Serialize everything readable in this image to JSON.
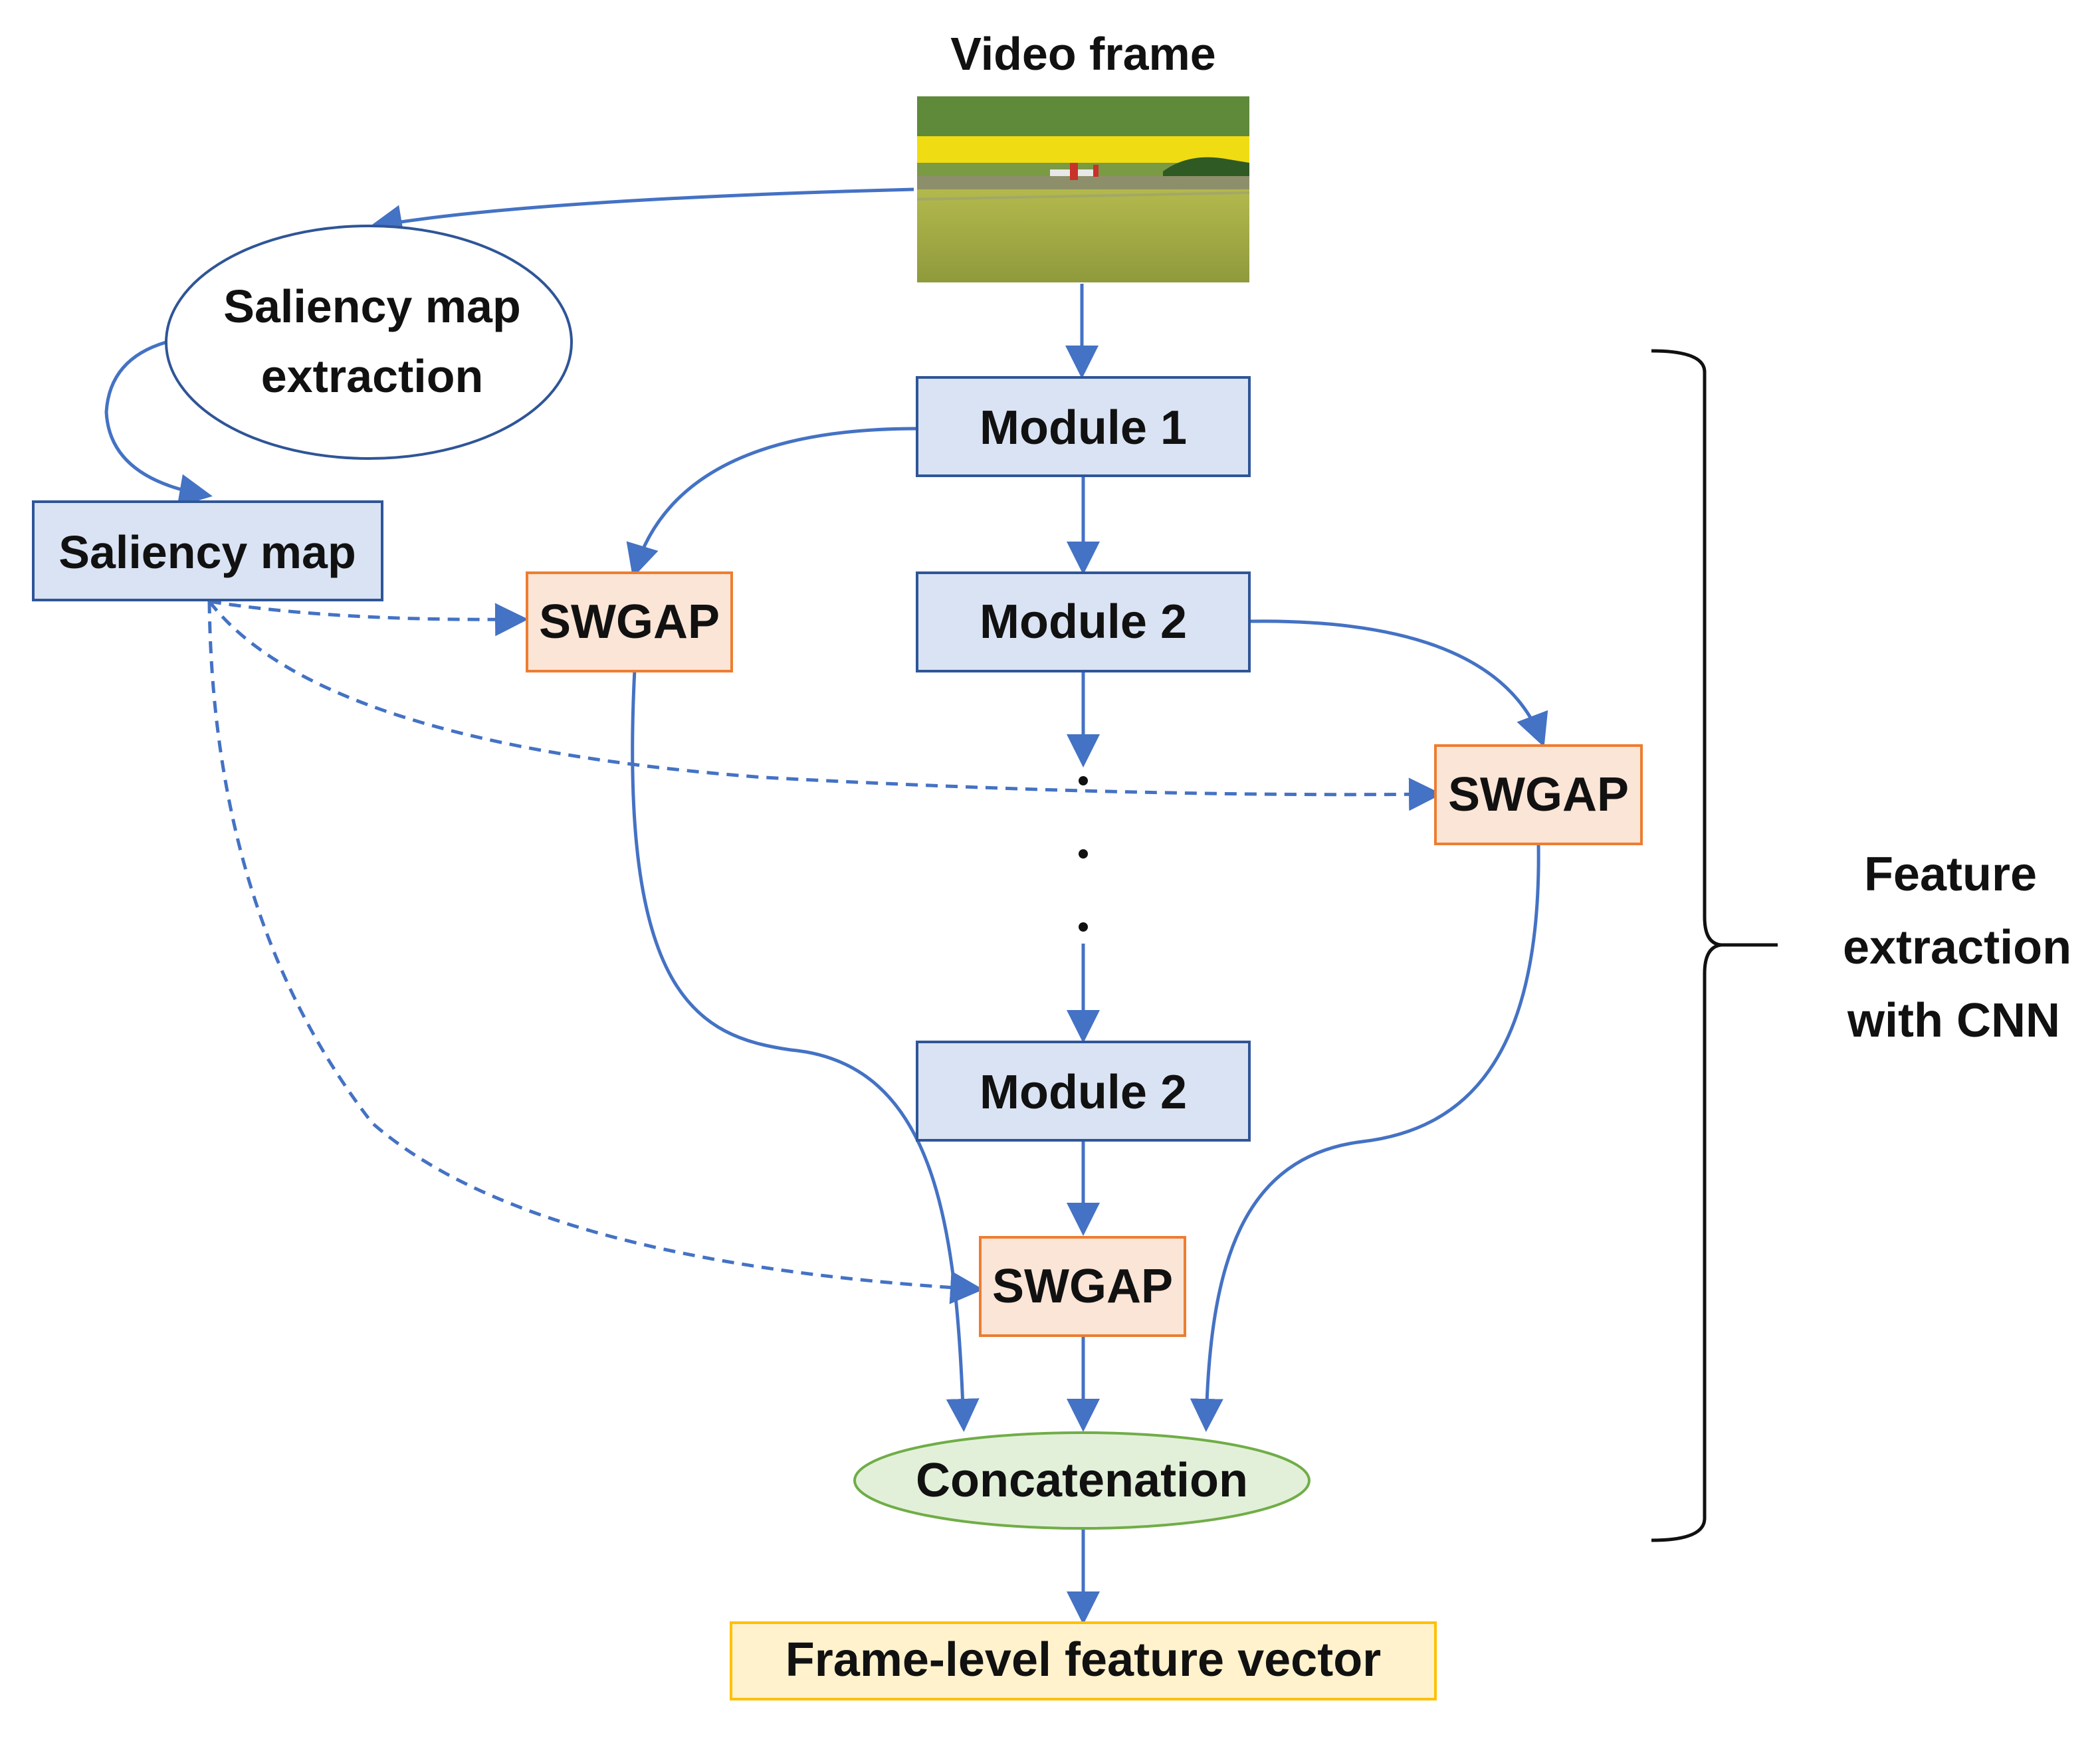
{
  "title": "Video frame",
  "nodes": {
    "saliency_extraction": [
      "Saliency map",
      "extraction"
    ],
    "saliency_map": "Saliency map",
    "module1": "Module 1",
    "module2_top": "Module 2",
    "module2_bottom": "Module 2",
    "swgap_left": "SWGAP",
    "swgap_right": "SWGAP",
    "swgap_bottom": "SWGAP",
    "concatenation": "Concatenation",
    "output": "Frame-level feature vector"
  },
  "bracket_label": [
    "Feature",
    "extraction",
    "with CNN"
  ],
  "image": {
    "icon": "video-frame-thumbnail",
    "description_colors": {
      "sky": "#9cc06a",
      "rapeseed": "#f2e010",
      "field": "#a8b04a",
      "runway": "#7f8a52"
    }
  },
  "colors": {
    "arrow": "#4472c4",
    "blue_fill": "#dae3f3",
    "blue_stroke": "#2f5597",
    "orange_fill": "#fbe5d6",
    "orange_stroke": "#ed7d31",
    "green_fill": "#e2f0d9",
    "green_stroke": "#70ad47",
    "yellow_fill": "#fff2cc",
    "yellow_stroke": "#ffc000"
  }
}
